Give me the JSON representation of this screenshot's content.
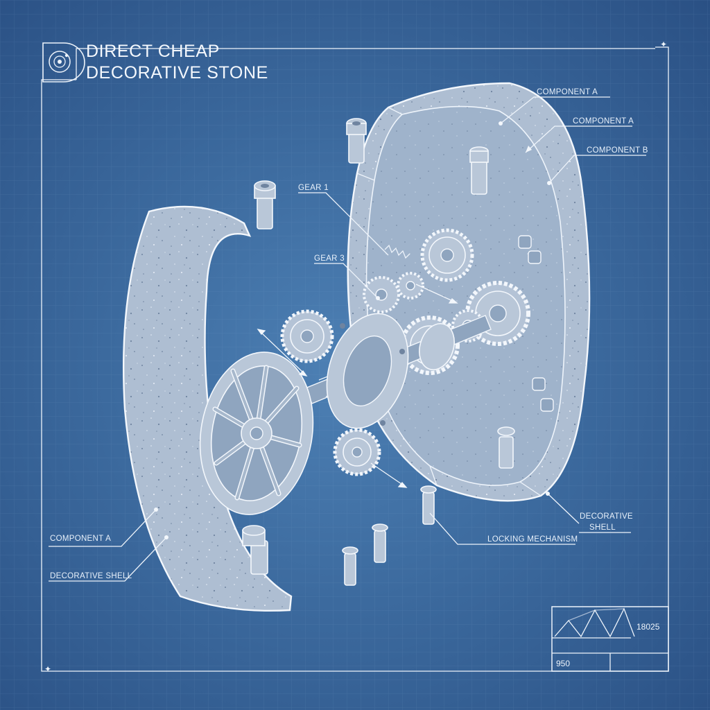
{
  "title": {
    "line1": "DIRECT CHEAP",
    "line2": "DECORATIVE STONE"
  },
  "callouts": {
    "component_a_top": "COMPONENT A",
    "component_a_mid": "COMPONENT A",
    "component_b": "COMPONENT B",
    "gear_1": "GEAR 1",
    "gear_3": "GEAR 3",
    "decorative_shell_right_line1": "DECORATIVE",
    "decorative_shell_right_line2": "SHELL",
    "locking_mechanism": "LOCKING MECHANISM",
    "component_a_left": "COMPONENT A",
    "decorative_shell_left": "DECORATIVE SHELL"
  },
  "title_block": {
    "number_top": "18025",
    "number_bottom": "950"
  },
  "colors": {
    "background": "#3c6a9e",
    "line": "#eef4fb",
    "stone": "#aebed2"
  },
  "icons": {
    "logo": "target-logo-icon"
  }
}
